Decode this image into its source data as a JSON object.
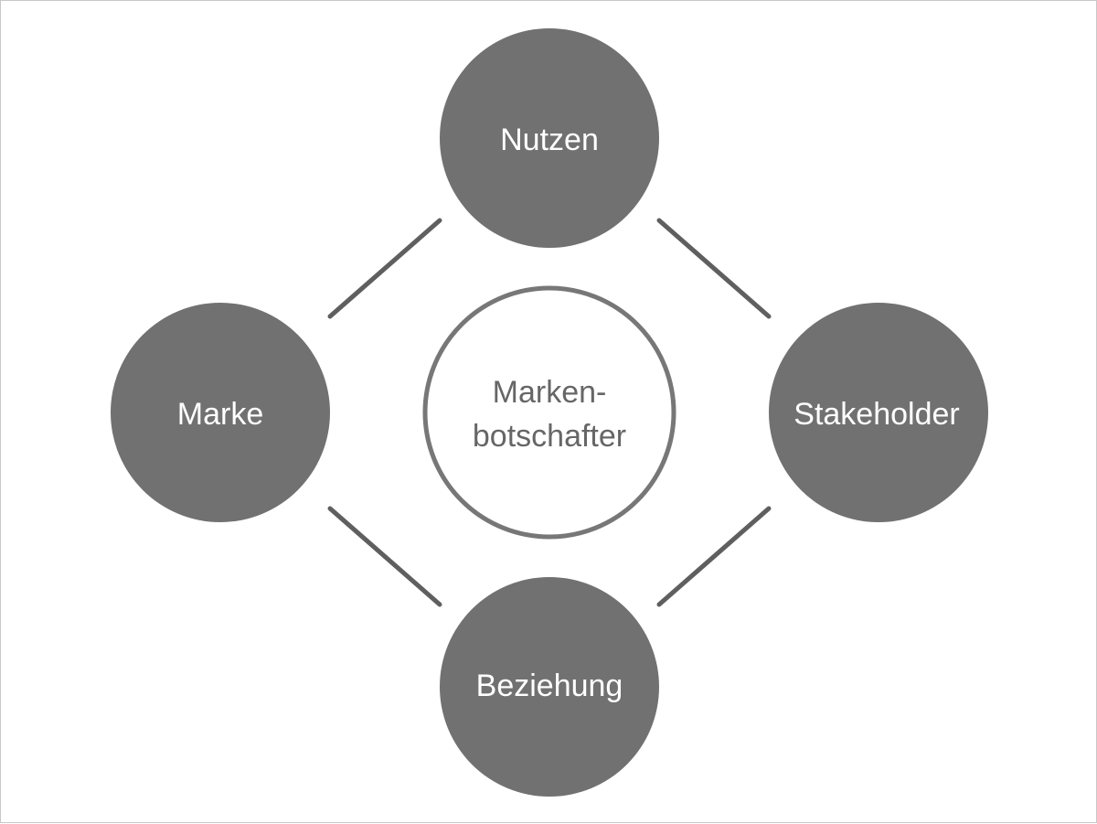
{
  "diagram": {
    "center": {
      "line1": "Marken-",
      "line2": "botschafter"
    },
    "nodes": {
      "top": "Nutzen",
      "left": "Marke",
      "right": "Stakeholder",
      "bottom": "Beziehung"
    }
  }
}
